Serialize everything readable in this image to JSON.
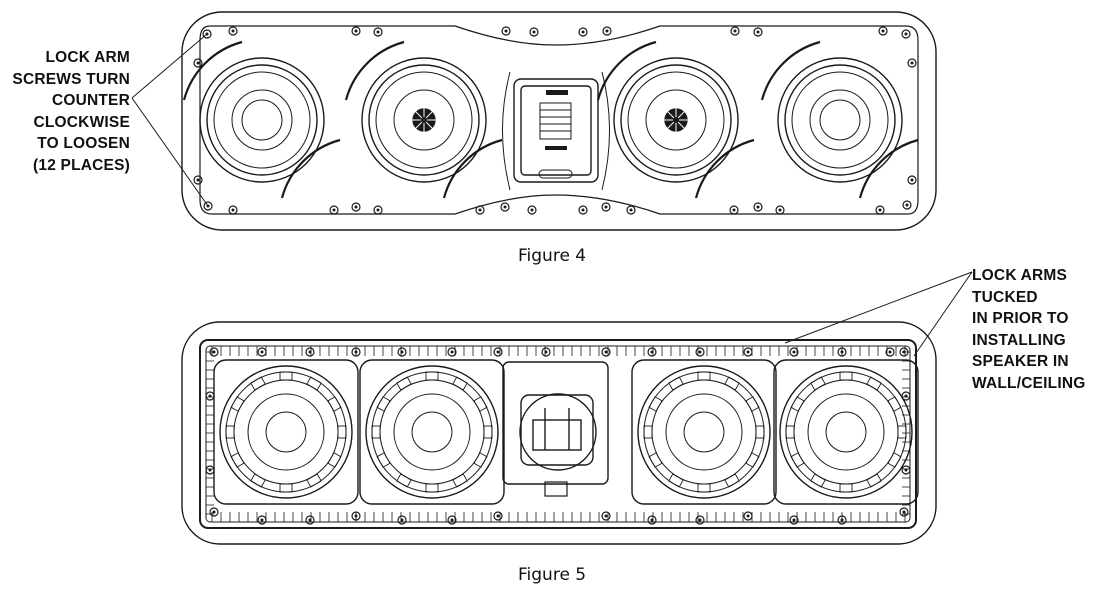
{
  "figures": [
    {
      "caption": "Figure 4"
    },
    {
      "caption": "Figure 5"
    }
  ],
  "callouts": {
    "lock_arm_screws": [
      "LOCK ARM",
      "SCREWS TURN",
      "COUNTER",
      "CLOCKWISE",
      "TO LOOSEN",
      "(12 PLACES)"
    ],
    "lock_arms_tucked": [
      "LOCK ARMS",
      "TUCKED",
      "IN PRIOR TO",
      "INSTALLING",
      "SPEAKER IN",
      "WALL/CEILING"
    ]
  },
  "colors": {
    "stroke": "#1a1a1a",
    "background": "#ffffff"
  }
}
